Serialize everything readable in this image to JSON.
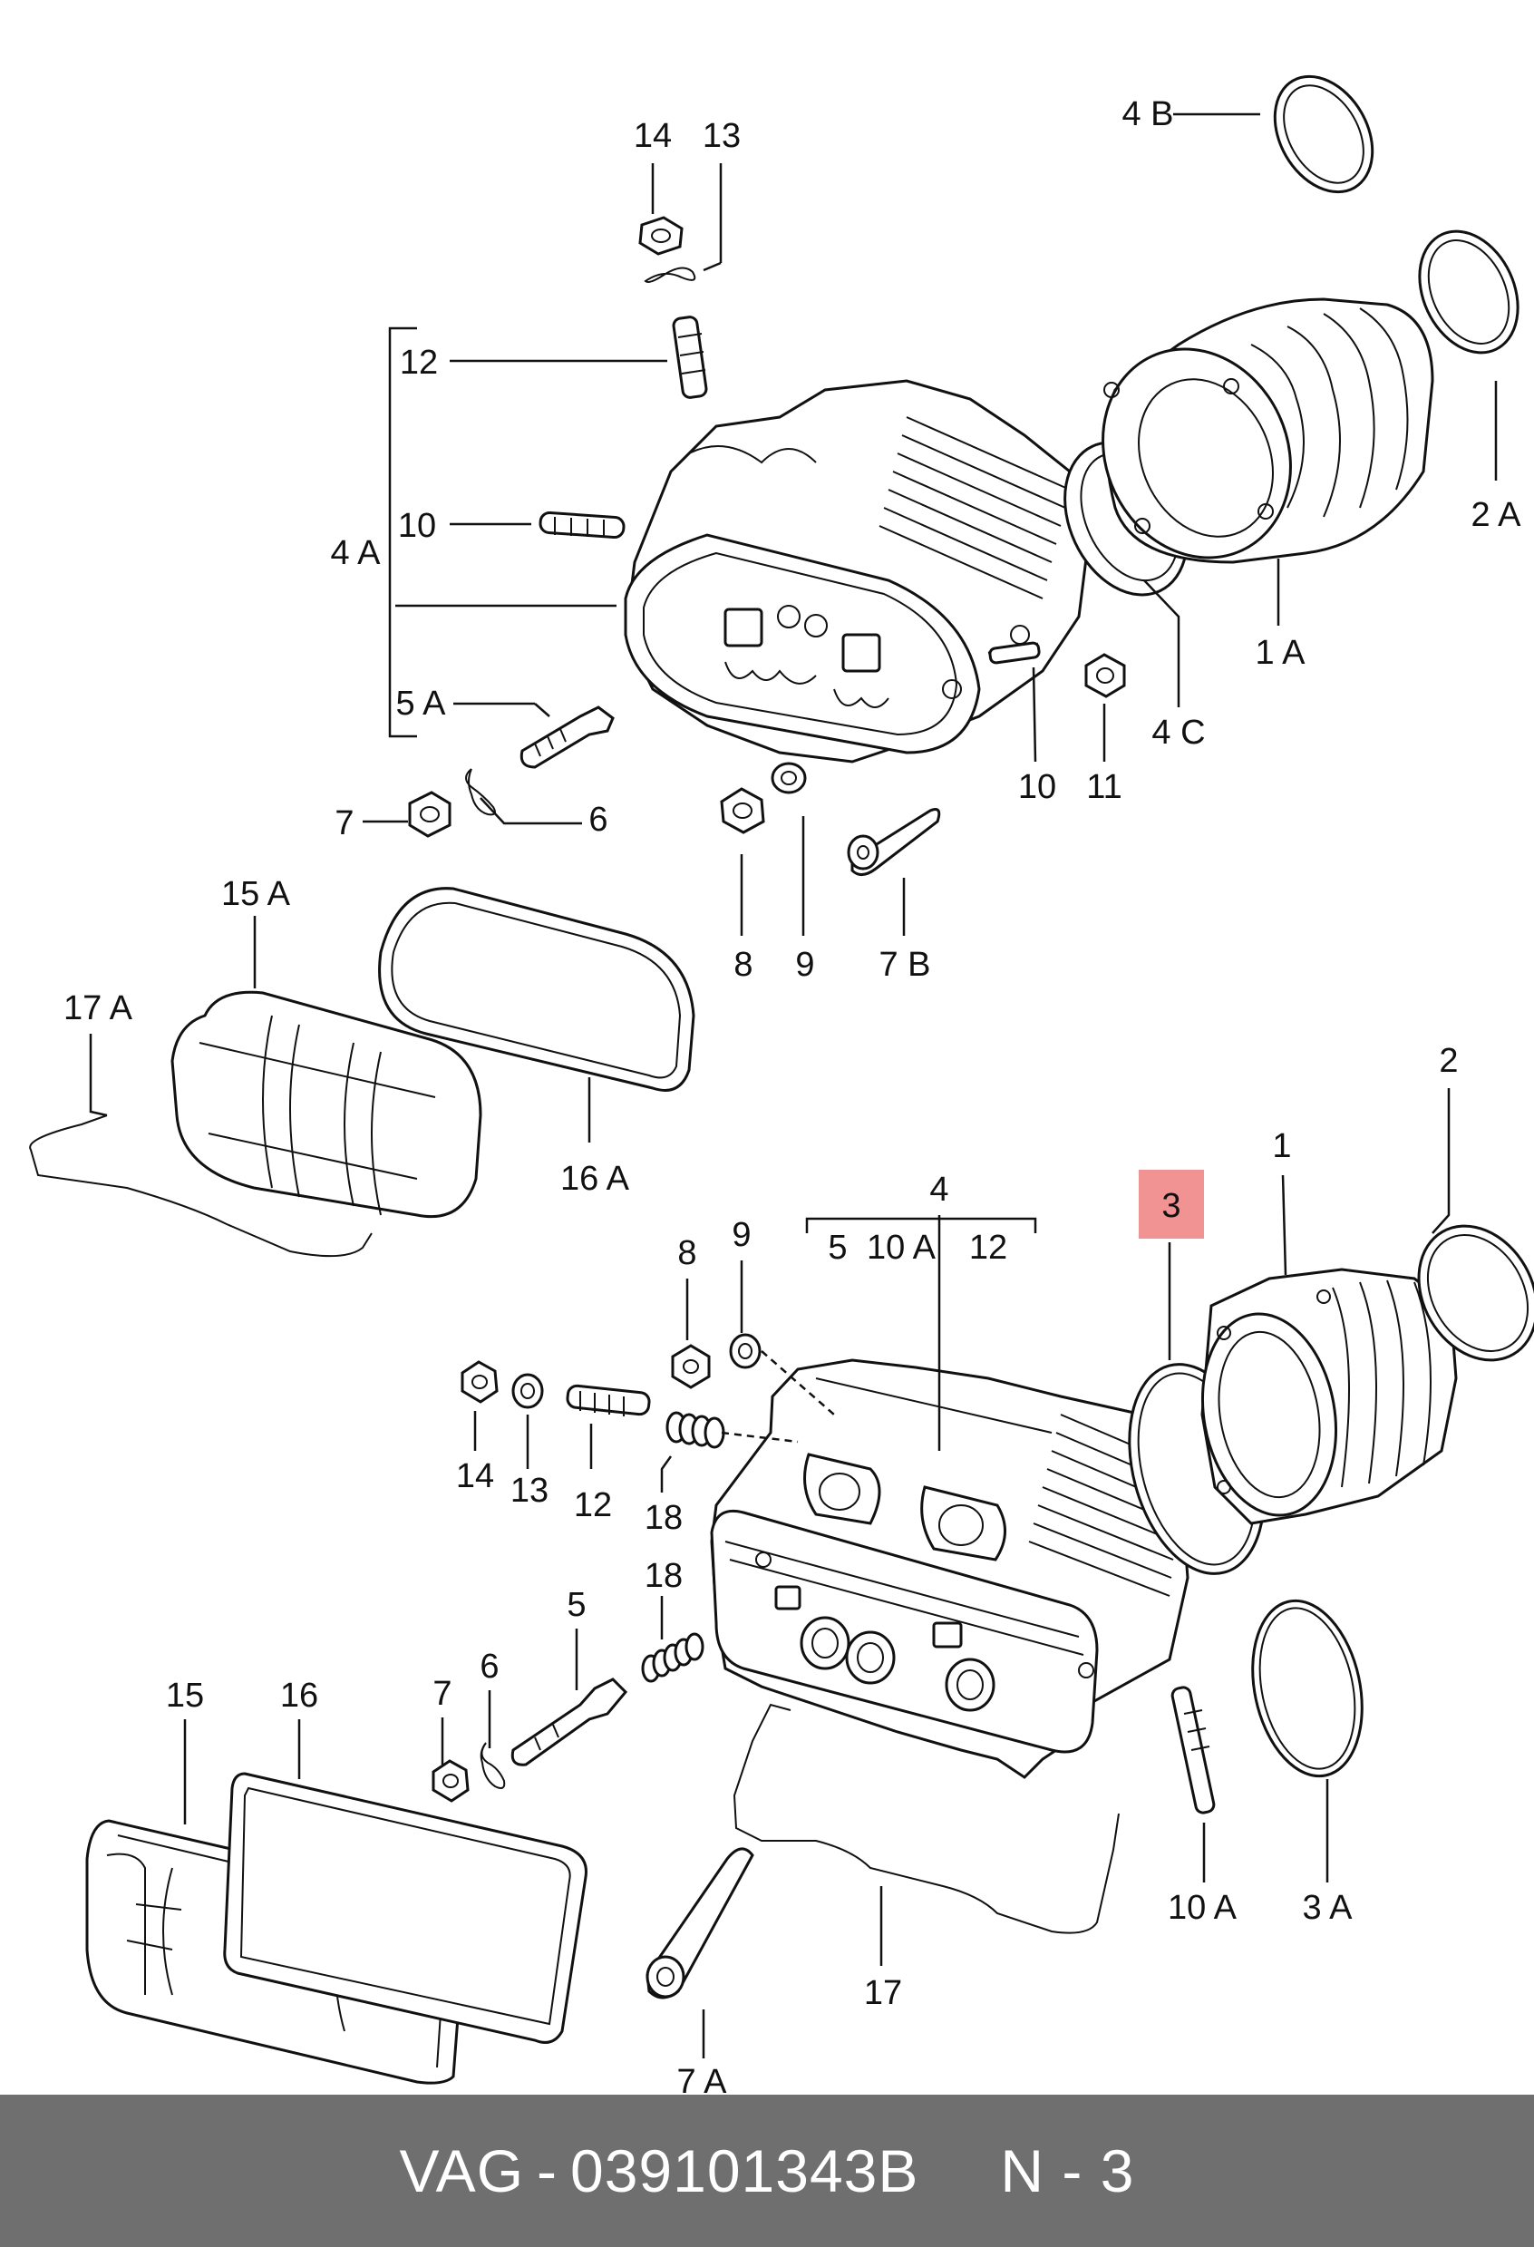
{
  "labels": {
    "l14_top": "14",
    "l13_top": "13",
    "l12_top": "12",
    "l4a": "4 A",
    "l10_top": "10",
    "l5a": "5 A",
    "l7_top": "7",
    "l6_top": "6",
    "l8_top": "8",
    "l9_top": "9",
    "l7b": "7 B",
    "l10_mid": "10",
    "l11": "11",
    "l4c": "4 C",
    "l1a": "1 A",
    "l2a": "2 A",
    "l4b": "4 B",
    "l15a": "15 A",
    "l17a": "17 A",
    "l16a": "16 A",
    "l4": "4",
    "l5_group": "5",
    "l10a_group": "10 A",
    "l12_group": "12",
    "l8_bot": "8",
    "l9_bot": "9",
    "l3": "3",
    "l1": "1",
    "l2": "2",
    "l14_bot": "14",
    "l13_bot": "13",
    "l12_bot": "12",
    "l18_a": "18",
    "l18_b": "18",
    "l5_bot": "5",
    "l7_bot": "7",
    "l6_bot": "6",
    "l15": "15",
    "l16": "16",
    "l10a_bot": "10 A",
    "l3a": "3 A",
    "l17": "17",
    "l7a": "7 A"
  },
  "highlight": {
    "label": "3",
    "color": "#f08080"
  },
  "footer": {
    "brand": "VAG",
    "sep1": "-",
    "part_number": "039101343B",
    "position": "N - 3"
  }
}
